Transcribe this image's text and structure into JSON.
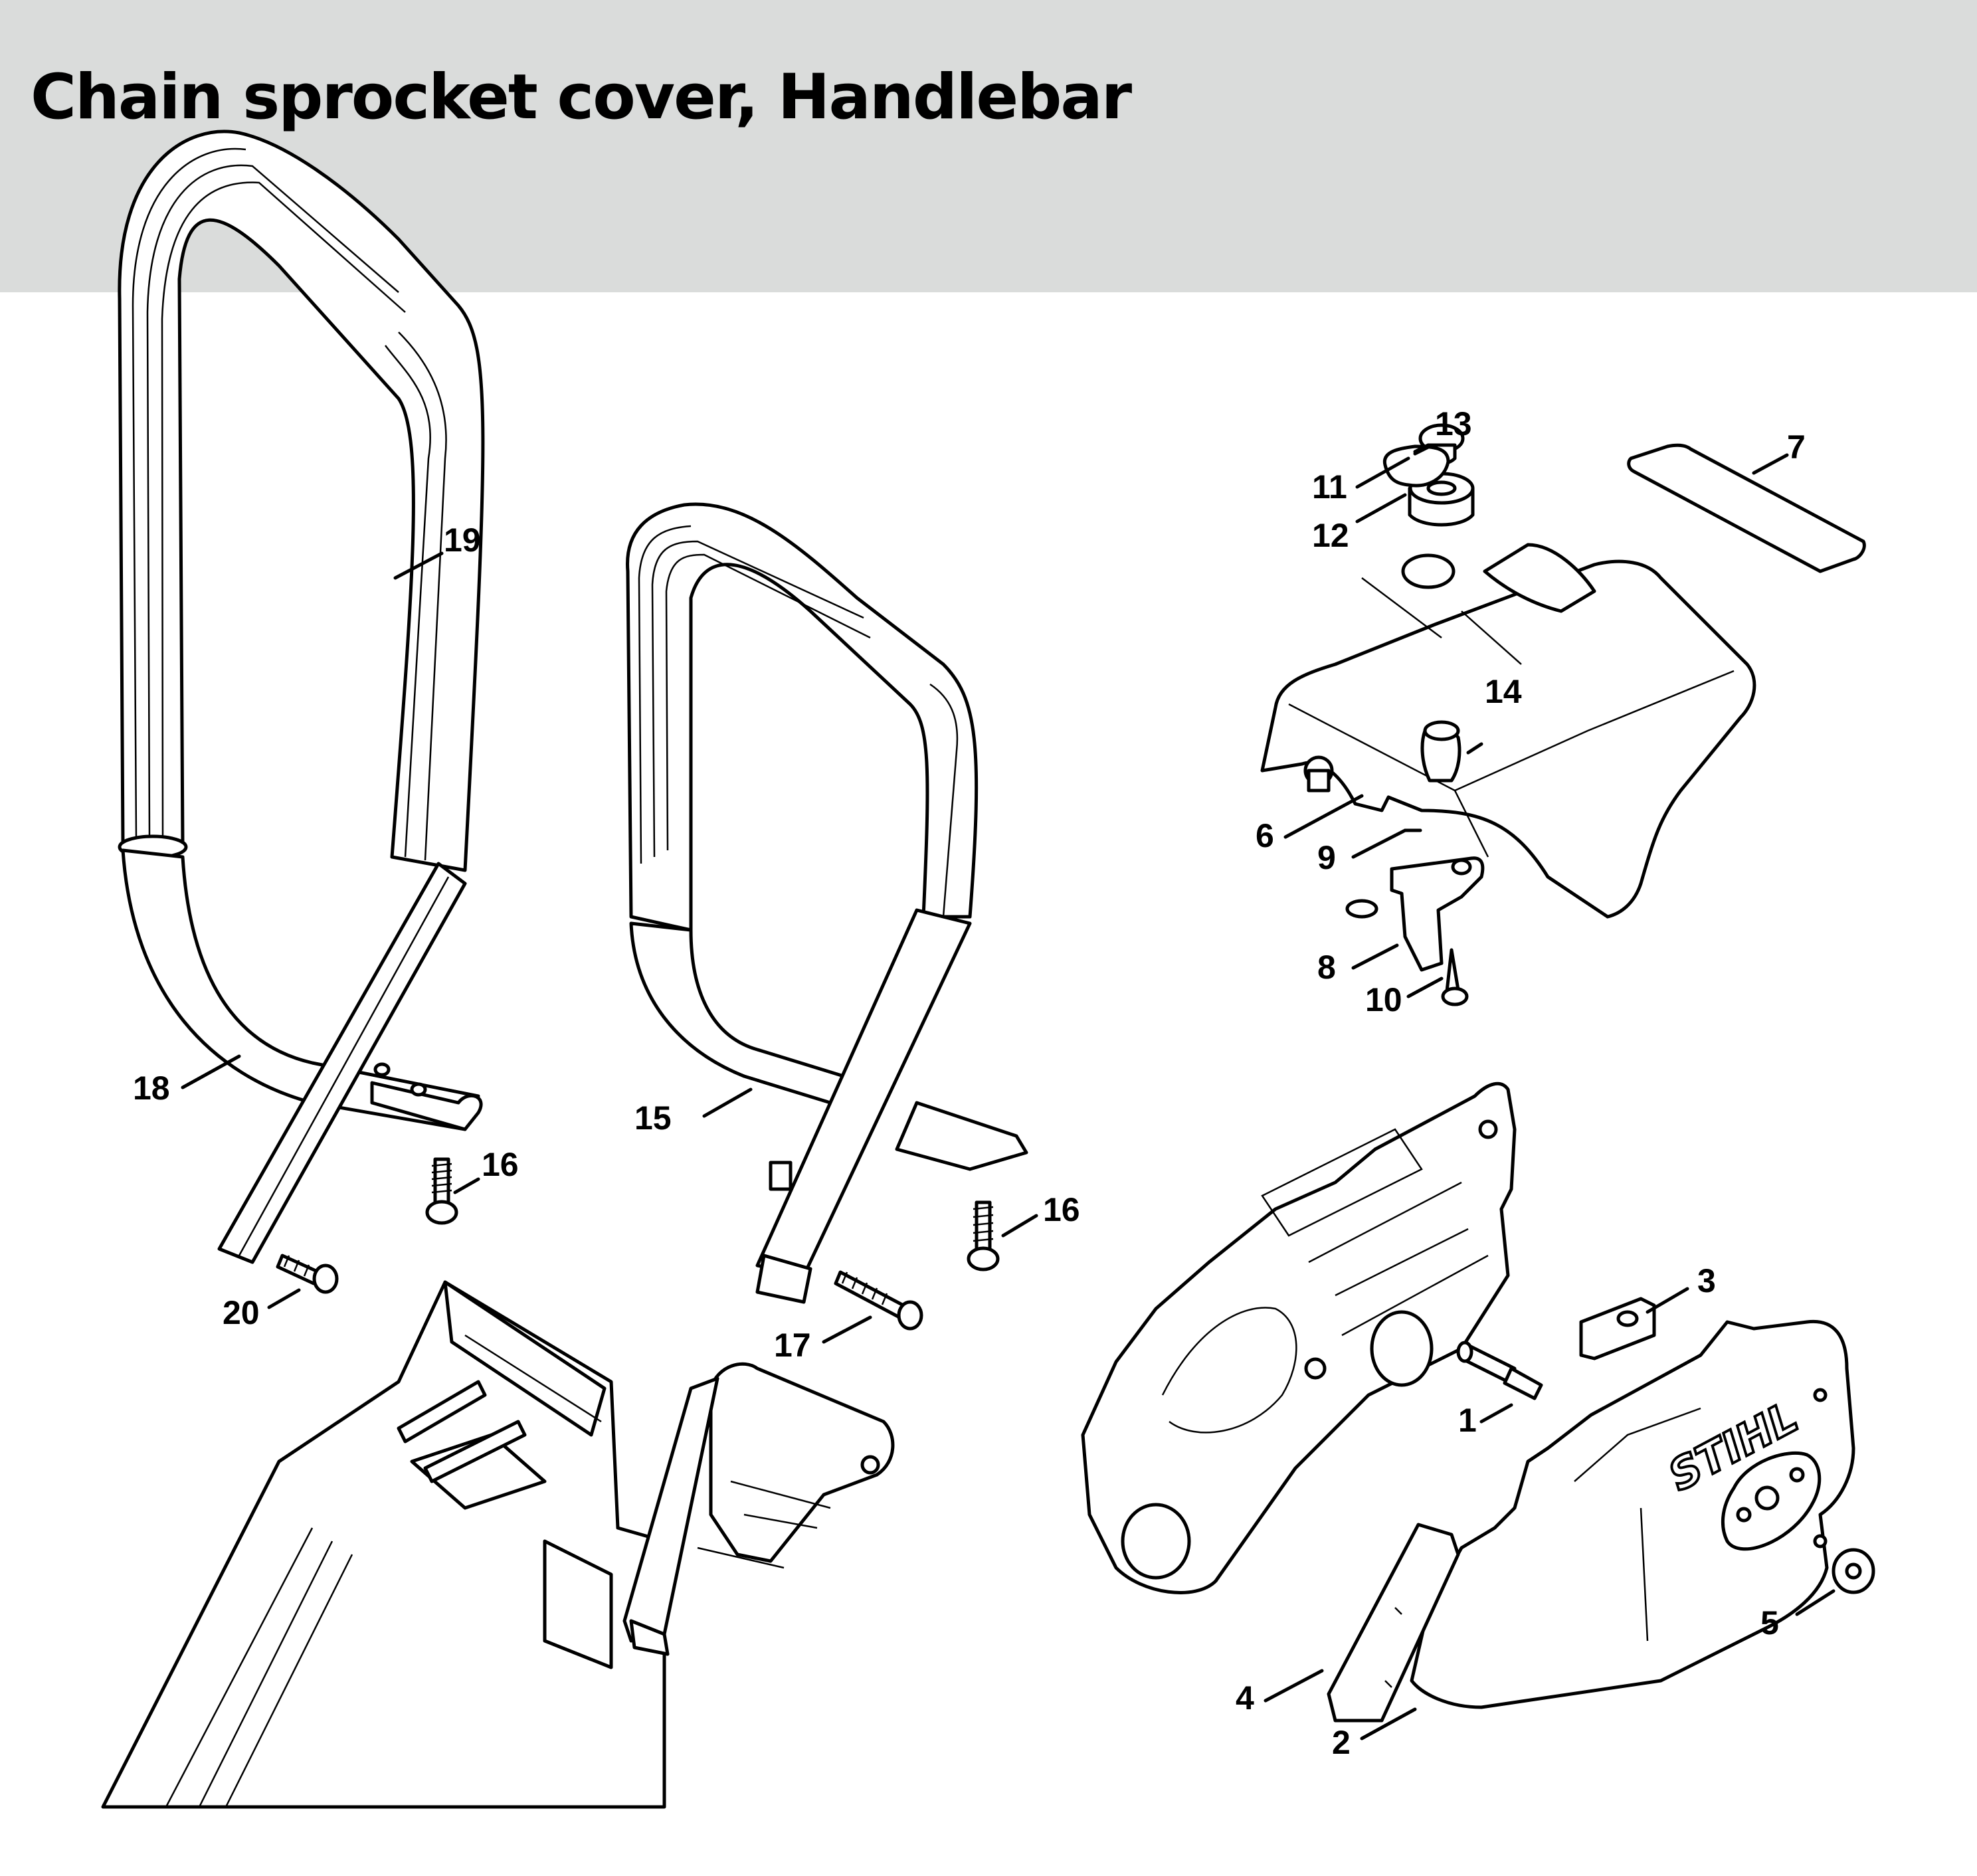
{
  "header": {
    "title": "Chain sprocket cover, Handlebar",
    "background_color": "#dadcdb"
  },
  "diagram": {
    "brand_logo_text": "STIHL",
    "callouts": [
      {
        "id": "c1",
        "label": "1"
      },
      {
        "id": "c2",
        "label": "2"
      },
      {
        "id": "c3",
        "label": "3"
      },
      {
        "id": "c4",
        "label": "4"
      },
      {
        "id": "c5",
        "label": "5"
      },
      {
        "id": "c6",
        "label": "6"
      },
      {
        "id": "c7",
        "label": "7"
      },
      {
        "id": "c8",
        "label": "8"
      },
      {
        "id": "c9",
        "label": "9"
      },
      {
        "id": "c10",
        "label": "10"
      },
      {
        "id": "c11",
        "label": "11"
      },
      {
        "id": "c12",
        "label": "12"
      },
      {
        "id": "c13",
        "label": "13"
      },
      {
        "id": "c14",
        "label": "14"
      },
      {
        "id": "c15",
        "label": "15"
      },
      {
        "id": "c16a",
        "label": "16"
      },
      {
        "id": "c16b",
        "label": "16"
      },
      {
        "id": "c17",
        "label": "17"
      },
      {
        "id": "c18",
        "label": "18"
      },
      {
        "id": "c19",
        "label": "19"
      },
      {
        "id": "c20",
        "label": "20"
      }
    ]
  }
}
